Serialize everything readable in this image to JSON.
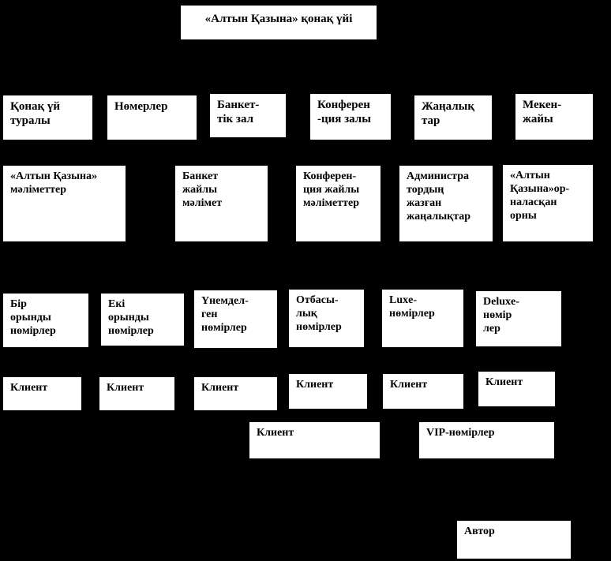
{
  "diagram": {
    "title": "«Алтын Қазына» қонақ үйі",
    "type": "site-structure-tree",
    "background_color": "#000000",
    "node_fill_color": "#ffffff",
    "node_border_color": "#000000",
    "text_color": "#000000",
    "root": {
      "label": "«Алтын Қазына» қонақ үйі"
    },
    "level1": [
      {
        "label": "Қонақ үй\nтуралы"
      },
      {
        "label": "Нөмерлер"
      },
      {
        "label": "Банкет-\nтік зал"
      },
      {
        "label": "Конферен\n-ция залы"
      },
      {
        "label": "Жаңалық\nтар"
      },
      {
        "label": "Мекен-\nжайы"
      }
    ],
    "level2": [
      {
        "label": "«Алтын Қазына»\nмәліметтер"
      },
      {
        "label": "Банкет\nжайлы\nмәлімет"
      },
      {
        "label": "Конферен-\nция жайлы\nмәліметтер"
      },
      {
        "label": "Администра\nтордың\nжазған\nжаңалықтар"
      },
      {
        "label": "«Алтын\nҚазына»ор-\nналасқан\nорны"
      }
    ],
    "level3": [
      {
        "label": "Бір\nорынды\nнөмірлер"
      },
      {
        "label": "Екі\nорынды\nнөмірлер"
      },
      {
        "label": "Үнемдел-\nген\nнөмірлер"
      },
      {
        "label": "Отбасы-\nлық\nнөмірлер"
      },
      {
        "label": "Luxe-\nнөмірлер"
      },
      {
        "label": "Deluxe-\nнөмір\nлер"
      }
    ],
    "level4": [
      {
        "label": "Клиент"
      },
      {
        "label": "Клиент"
      },
      {
        "label": "Клиент"
      },
      {
        "label": "Клиент"
      },
      {
        "label": "Клиент"
      },
      {
        "label": "Клиент"
      }
    ],
    "level5": [
      {
        "label": "Клиент"
      },
      {
        "label": "VIP-нөмірлер"
      }
    ],
    "footer": {
      "label": "Автор"
    }
  }
}
